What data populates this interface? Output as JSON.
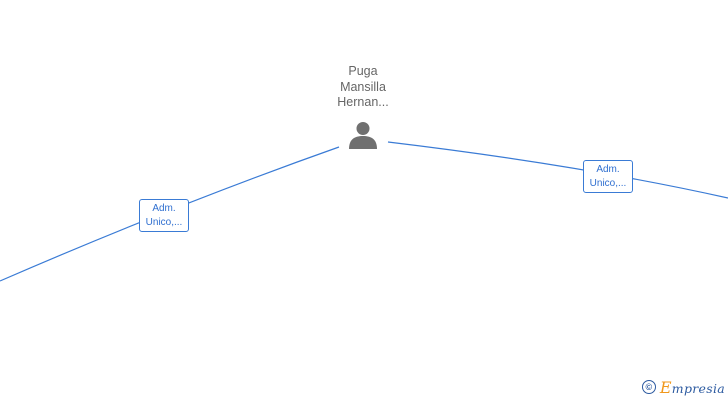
{
  "graph": {
    "center_person": {
      "name_lines": [
        "Puga",
        "Mansilla",
        "Hernan..."
      ],
      "icon": "person-icon",
      "icon_color": "#707070"
    },
    "relations": [
      {
        "line1": "Adm.",
        "line2": "Unico,..."
      },
      {
        "line1": "Adm.",
        "line2": "Unico,..."
      }
    ],
    "edge_color": "#3a7bd5"
  },
  "watermark": {
    "symbol": "©",
    "brand_initial": "E",
    "brand_rest": "mpresia",
    "brand_color": "#2c5aa0",
    "accent_color": "#f0981c"
  }
}
